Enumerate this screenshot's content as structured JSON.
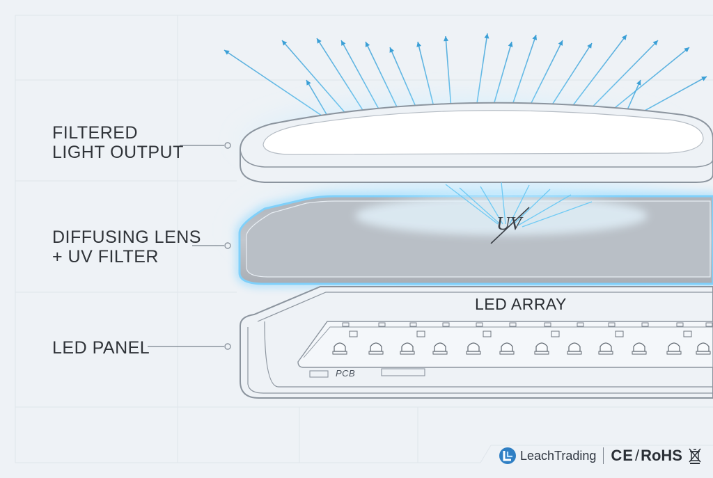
{
  "labels": {
    "filtered": "FILTERED\nLIGHT OUTPUT",
    "diffuse": "DIFFUSING LENS\n+ UV FILTER",
    "led_panel": "LED PANEL"
  },
  "diagram": {
    "led_array": "LED ARRAY",
    "uv_mark": "UV",
    "pcb": "PCB"
  },
  "footer": {
    "brand": "LeachTrading",
    "ce": "CE",
    "separator": "/",
    "rohs": "RoHS"
  },
  "icons": {
    "logo": "leachtrading-logo-icon",
    "weee": "crossed-bin-icon"
  },
  "colors": {
    "background": "#eef2f6",
    "glow": "#5ec8ff",
    "ray": "#4fb3e6",
    "outline": "#8b949e",
    "lens_fill": "#b5bbc2",
    "text": "#2f3338",
    "logo_blue": "#2f7fc4"
  }
}
